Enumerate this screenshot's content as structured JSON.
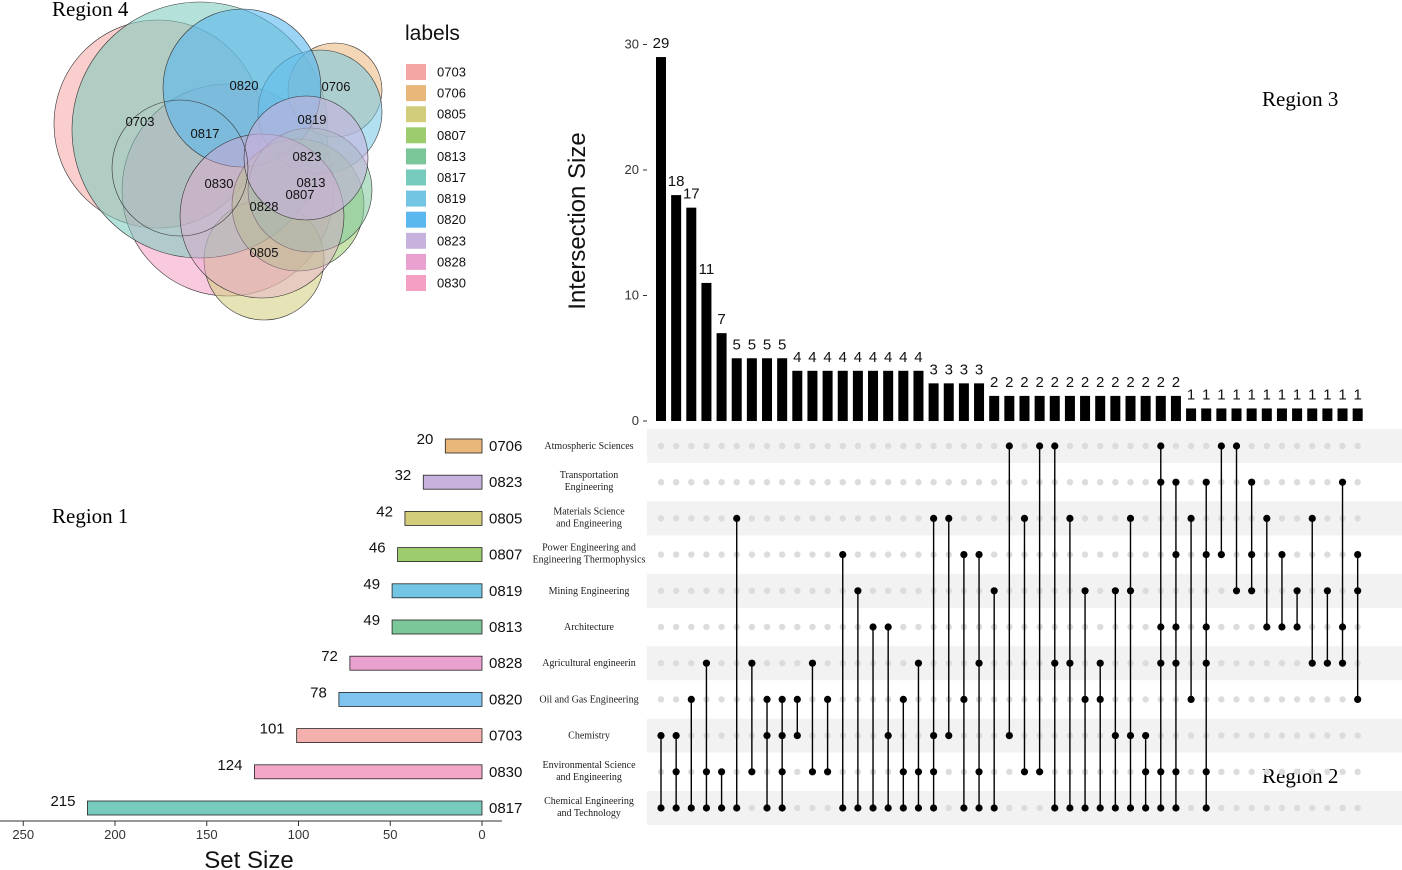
{
  "region_labels": {
    "r1": "Region 1",
    "r2": "Region 2",
    "r3": "Region 3",
    "r4": "Region 4"
  },
  "venn": {
    "legend_title": "labels",
    "legend": [
      {
        "label": "0703",
        "color": "#f4a6a4"
      },
      {
        "label": "0706",
        "color": "#e9b77a"
      },
      {
        "label": "0805",
        "color": "#d2cd7a"
      },
      {
        "label": "0807",
        "color": "#9ccc6e"
      },
      {
        "label": "0813",
        "color": "#7cc79a"
      },
      {
        "label": "0817",
        "color": "#76cbbc"
      },
      {
        "label": "0819",
        "color": "#72c6e4"
      },
      {
        "label": "0820",
        "color": "#5ab8ef"
      },
      {
        "label": "0823",
        "color": "#c6b2dd"
      },
      {
        "label": "0828",
        "color": "#e9a2cf"
      },
      {
        "label": "0830",
        "color": "#f49fc3"
      }
    ],
    "circle_labels": [
      "0703",
      "0820",
      "0706",
      "0817",
      "0819",
      "0823",
      "0830",
      "0813",
      "0807",
      "0828",
      "0805"
    ]
  },
  "chart_data": [
    {
      "type": "bar",
      "name": "set sizes",
      "orientation": "horizontal",
      "xlabel": "Set Size",
      "xticks": [
        "250",
        "200",
        "150",
        "100",
        "50",
        "0"
      ],
      "xlim": [
        250,
        0
      ],
      "sets": [
        {
          "code": "0706",
          "name": "Atmospheric Sciences",
          "size": 20,
          "color": "#e9b77a"
        },
        {
          "code": "0823",
          "name": "Transportation Engineering",
          "size": 32,
          "color": "#c6b2dd"
        },
        {
          "code": "0805",
          "name": "Materials Science and Engineering",
          "size": 42,
          "color": "#d2cd7a"
        },
        {
          "code": "0807",
          "name": "Power Engineering and Engineering Thermophysics",
          "size": 46,
          "color": "#9ccc6e"
        },
        {
          "code": "0819",
          "name": "Mining Engineering",
          "size": 49,
          "color": "#72c6e4"
        },
        {
          "code": "0813",
          "name": "Architecture",
          "size": 49,
          "color": "#7cc79a"
        },
        {
          "code": "0828",
          "name": "Agricultural engineerin",
          "size": 72,
          "color": "#e9a2cf"
        },
        {
          "code": "0820",
          "name": "Oil and Gas Engineering",
          "size": 78,
          "color": "#7ec4ee"
        },
        {
          "code": "0703",
          "name": "Chemistry",
          "size": 101,
          "color": "#f4b0ac"
        },
        {
          "code": "0830",
          "name": "Environmental Science and Engineering",
          "size": 124,
          "color": "#f4a6c8"
        },
        {
          "code": "0817",
          "name": "Chemical Engineering and Technology",
          "size": 215,
          "color": "#76cbbc"
        }
      ]
    },
    {
      "type": "bar",
      "name": "intersection sizes",
      "ylabel": "Intersection Size",
      "yticks": [
        "0",
        "10",
        "20",
        "30"
      ],
      "ylim": [
        0,
        30
      ],
      "values": [
        29,
        18,
        17,
        11,
        7,
        5,
        5,
        5,
        5,
        4,
        4,
        4,
        4,
        4,
        4,
        4,
        4,
        4,
        3,
        3,
        3,
        3,
        2,
        2,
        2,
        2,
        2,
        2,
        2,
        2,
        2,
        2,
        2,
        2,
        2,
        1,
        1,
        1,
        1,
        1,
        1,
        1,
        1,
        1,
        1,
        1,
        1
      ]
    },
    {
      "type": "table",
      "name": "intersection matrix",
      "rows_top_to_bottom": [
        "0706",
        "0823",
        "0805",
        "0807",
        "0819",
        "0813",
        "0828",
        "0820",
        "0703",
        "0830",
        "0817"
      ],
      "memberships": [
        [
          "0703",
          "0817"
        ],
        [
          "0703",
          "0830",
          "0817"
        ],
        [
          "0820",
          "0817"
        ],
        [
          "0828",
          "0830",
          "0817"
        ],
        [
          "0830",
          "0817"
        ],
        [
          "0805",
          "0817"
        ],
        [
          "0828",
          "0830"
        ],
        [
          "0820",
          "0703",
          "0817"
        ],
        [
          "0820",
          "0703",
          "0830",
          "0817"
        ],
        [
          "0820",
          "0703"
        ],
        [
          "0828",
          "0830"
        ],
        [
          "0820",
          "0830"
        ],
        [
          "0807",
          "0817"
        ],
        [
          "0819",
          "0817"
        ],
        [
          "0813",
          "0817"
        ],
        [
          "0813",
          "0703",
          "0817"
        ],
        [
          "0820",
          "0830",
          "0817"
        ],
        [
          "0828",
          "0830",
          "0817"
        ],
        [
          "0805",
          "0703",
          "0830",
          "0817"
        ],
        [
          "0805",
          "0703"
        ],
        [
          "0807",
          "0820",
          "0817"
        ],
        [
          "0807",
          "0828",
          "0830",
          "0817"
        ],
        [
          "0819",
          "0817"
        ],
        [
          "0706",
          "0703"
        ],
        [
          "0805",
          "0830"
        ],
        [
          "0706",
          "0830"
        ],
        [
          "0706",
          "0828",
          "0817"
        ],
        [
          "0805",
          "0828",
          "0817"
        ],
        [
          "0819",
          "0820",
          "0817"
        ],
        [
          "0828",
          "0820",
          "0817"
        ],
        [
          "0819",
          "0703",
          "0817"
        ],
        [
          "0805",
          "0819",
          "0703",
          "0817"
        ],
        [
          "0703",
          "0830",
          "0817"
        ],
        [
          "0706",
          "0823",
          "0813",
          "0828",
          "0830",
          "0817"
        ],
        [
          "0823",
          "0807",
          "0813",
          "0828",
          "0830",
          "0817"
        ],
        [
          "0805",
          "0820"
        ],
        [
          "0823",
          "0807",
          "0813",
          "0828",
          "0830",
          "0817"
        ],
        [
          "0706",
          "0807"
        ],
        [
          "0706",
          "0819"
        ],
        [
          "0823",
          "0807",
          "0819"
        ],
        [
          "0805",
          "0813"
        ],
        [
          "0807",
          "0813"
        ],
        [
          "0819",
          "0813"
        ],
        [
          "0805",
          "0828"
        ],
        [
          "0819",
          "0828"
        ],
        [
          "0823",
          "0813",
          "0828"
        ],
        [
          "0807",
          "0819",
          "0820"
        ]
      ]
    }
  ]
}
